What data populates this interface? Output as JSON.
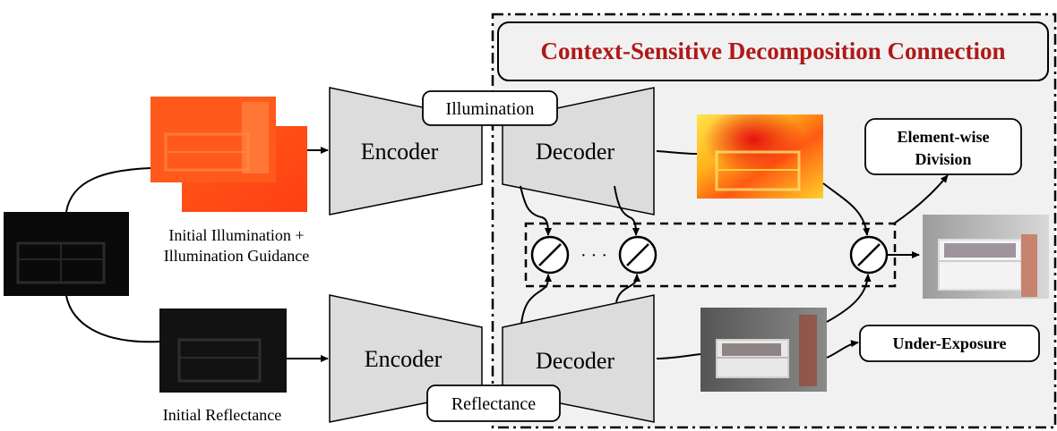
{
  "title": "Context-Sensitive Decomposition Connection",
  "encoder_top_label": "Encoder",
  "encoder_bottom_label": "Encoder",
  "decoder_top_label": "Decoder",
  "decoder_bottom_label": "Decoder",
  "illumination_tag": "Illumination",
  "reflectance_tag": "Reflectance",
  "caption_illumination_line1": "Initial Illumination +",
  "caption_illumination_line2": "Illumination Guidance",
  "caption_reflectance": "Initial Reflectance",
  "division_line1": "Element-wise",
  "division_line2": "Division",
  "under_exposure": "Under-Exposure",
  "ellipsis": "· · ·",
  "colors": {
    "title_red": "#b01818",
    "panel_gray": "#f1f1f1",
    "block_gray": "#dcdcdc",
    "illum_orange": "#ff4a14",
    "illum_red": "#ff3a1e"
  }
}
